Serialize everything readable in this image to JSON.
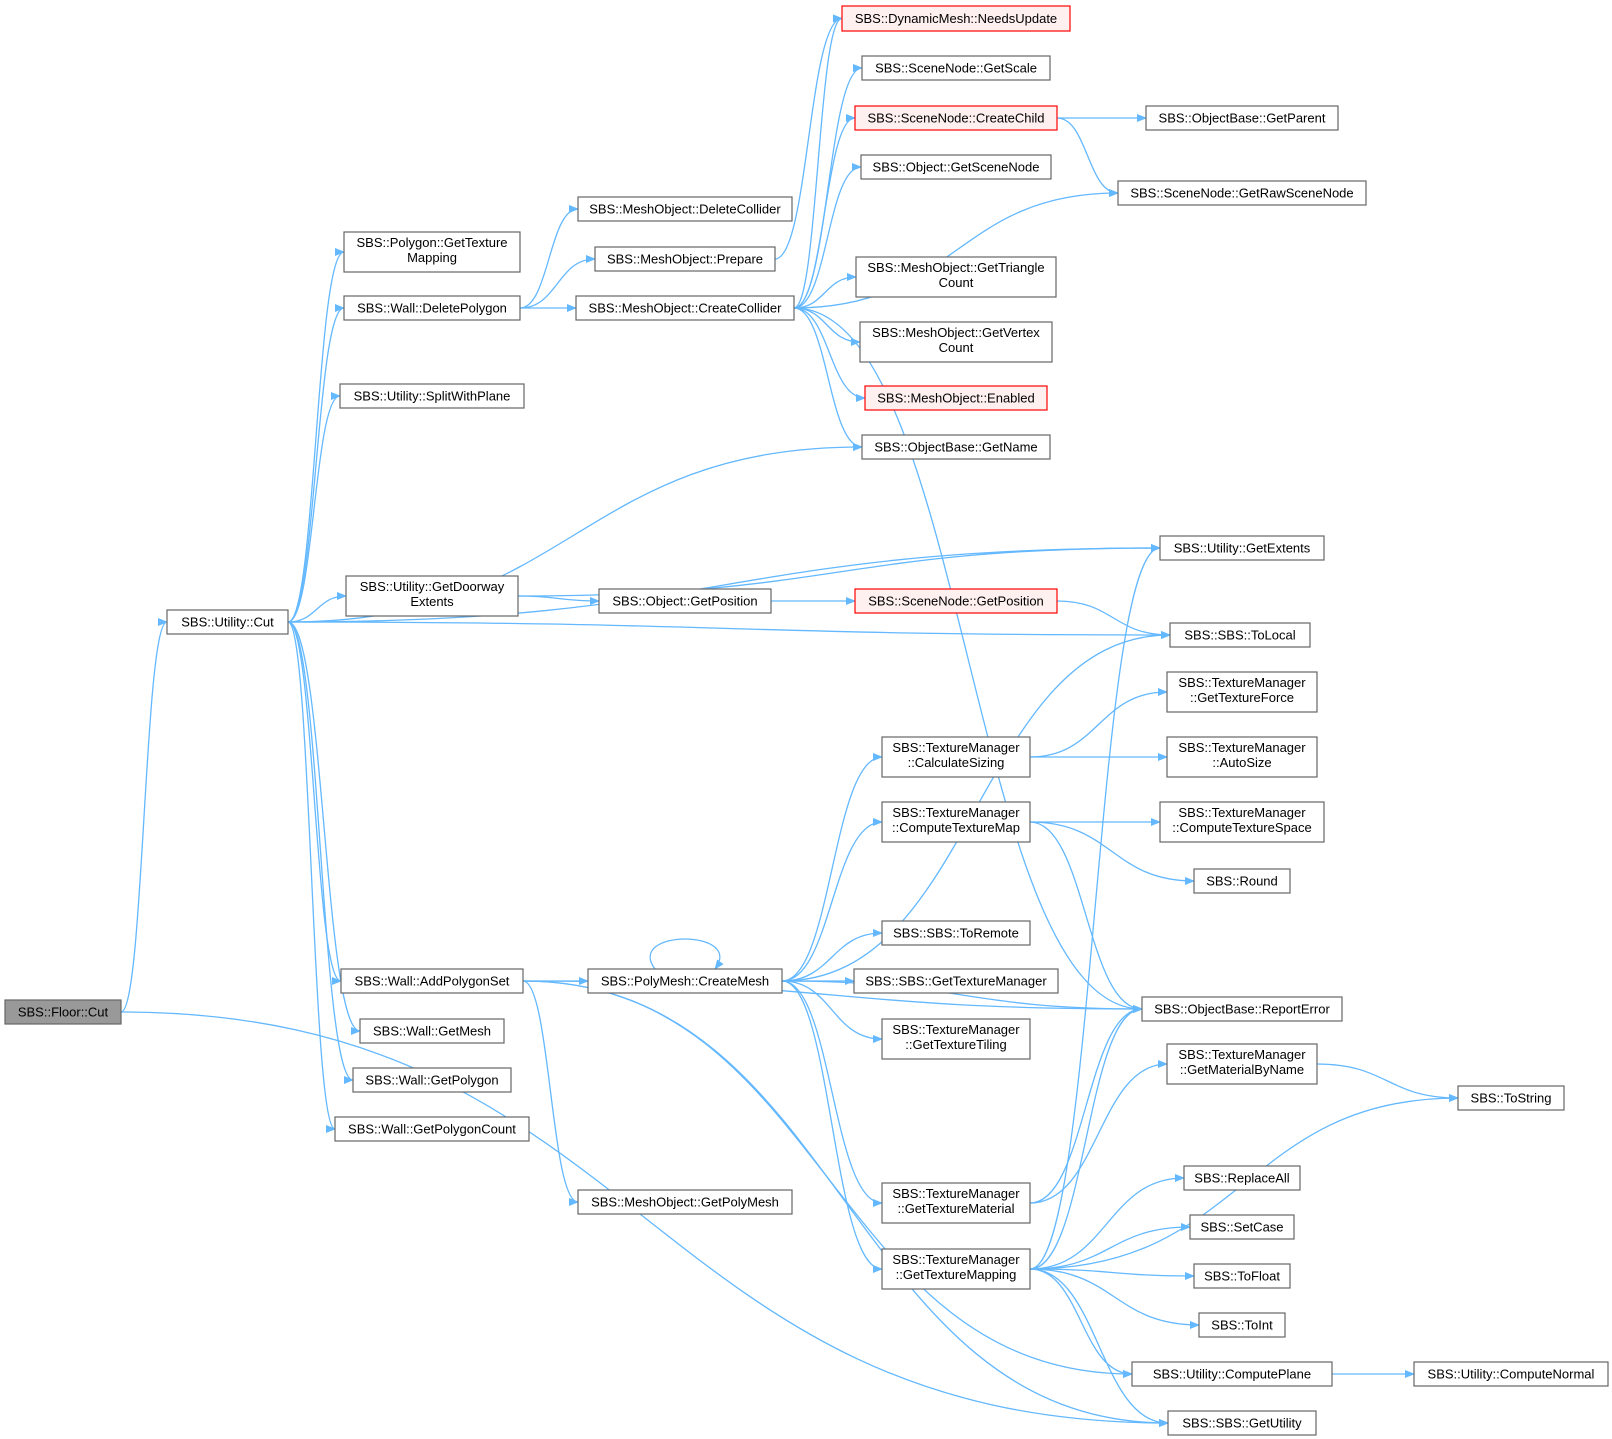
{
  "colors": {
    "edge": "#63b8ff",
    "node_border": "#666666",
    "node_fill": "#ffffff",
    "highlight_border": "#ff0000",
    "highlight_fill": "#fff0f0",
    "root_fill": "#999999",
    "root_border": "#666666"
  },
  "nodes": [
    {
      "id": "floor_cut",
      "lines": [
        "SBS::Floor::Cut"
      ],
      "style": "root"
    },
    {
      "id": "utility_cut",
      "lines": [
        "SBS::Utility::Cut"
      ],
      "style": "normal"
    },
    {
      "id": "polygon_gettexturemapping",
      "lines": [
        "SBS::Polygon::GetTexture",
        "Mapping"
      ],
      "style": "normal"
    },
    {
      "id": "wall_deletepolygon",
      "lines": [
        "SBS::Wall::DeletePolygon"
      ],
      "style": "normal"
    },
    {
      "id": "utility_splitwithplane",
      "lines": [
        "SBS::Utility::SplitWithPlane"
      ],
      "style": "normal"
    },
    {
      "id": "utility_getdoorwayextents",
      "lines": [
        "SBS::Utility::GetDoorway",
        "Extents"
      ],
      "style": "normal"
    },
    {
      "id": "wall_addpolygonset",
      "lines": [
        "SBS::Wall::AddPolygonSet"
      ],
      "style": "normal"
    },
    {
      "id": "wall_getmesh",
      "lines": [
        "SBS::Wall::GetMesh"
      ],
      "style": "normal"
    },
    {
      "id": "wall_getpolygon",
      "lines": [
        "SBS::Wall::GetPolygon"
      ],
      "style": "normal"
    },
    {
      "id": "wall_getpolygoncount",
      "lines": [
        "SBS::Wall::GetPolygonCount"
      ],
      "style": "normal"
    },
    {
      "id": "meshobject_deletecollider",
      "lines": [
        "SBS::MeshObject::DeleteCollider"
      ],
      "style": "normal"
    },
    {
      "id": "meshobject_prepare",
      "lines": [
        "SBS::MeshObject::Prepare"
      ],
      "style": "normal"
    },
    {
      "id": "meshobject_createcollider",
      "lines": [
        "SBS::MeshObject::CreateCollider"
      ],
      "style": "normal"
    },
    {
      "id": "object_getposition",
      "lines": [
        "SBS::Object::GetPosition"
      ],
      "style": "normal"
    },
    {
      "id": "polymesh_createmesh",
      "lines": [
        "SBS::PolyMesh::CreateMesh"
      ],
      "style": "normal"
    },
    {
      "id": "meshobject_getpolymesh",
      "lines": [
        "SBS::MeshObject::GetPolyMesh"
      ],
      "style": "normal"
    },
    {
      "id": "dynamicmesh_needsupdate",
      "lines": [
        "SBS::DynamicMesh::NeedsUpdate"
      ],
      "style": "highlight"
    },
    {
      "id": "scenenode_getscale",
      "lines": [
        "SBS::SceneNode::GetScale"
      ],
      "style": "normal"
    },
    {
      "id": "scenenode_createchild",
      "lines": [
        "SBS::SceneNode::CreateChild"
      ],
      "style": "highlight"
    },
    {
      "id": "object_getscenenode",
      "lines": [
        "SBS::Object::GetSceneNode"
      ],
      "style": "normal"
    },
    {
      "id": "meshobject_gettrianglecount",
      "lines": [
        "SBS::MeshObject::GetTriangle",
        "Count"
      ],
      "style": "normal"
    },
    {
      "id": "meshobject_getvertexcount",
      "lines": [
        "SBS::MeshObject::GetVertex",
        "Count"
      ],
      "style": "normal"
    },
    {
      "id": "meshobject_enabled",
      "lines": [
        "SBS::MeshObject::Enabled"
      ],
      "style": "highlight"
    },
    {
      "id": "objectbase_getname",
      "lines": [
        "SBS::ObjectBase::GetName"
      ],
      "style": "normal"
    },
    {
      "id": "scenenode_getposition",
      "lines": [
        "SBS::SceneNode::GetPosition"
      ],
      "style": "highlight"
    },
    {
      "id": "tm_calculatesizing",
      "lines": [
        "SBS::TextureManager",
        "::CalculateSizing"
      ],
      "style": "normal"
    },
    {
      "id": "tm_computetexturemap",
      "lines": [
        "SBS::TextureManager",
        "::ComputeTextureMap"
      ],
      "style": "normal"
    },
    {
      "id": "sbs_toremote",
      "lines": [
        "SBS::SBS::ToRemote"
      ],
      "style": "normal"
    },
    {
      "id": "sbs_gettexturemanager",
      "lines": [
        "SBS::SBS::GetTextureManager"
      ],
      "style": "normal"
    },
    {
      "id": "tm_gettexturetiling",
      "lines": [
        "SBS::TextureManager",
        "::GetTextureTiling"
      ],
      "style": "normal"
    },
    {
      "id": "tm_gettexturematerial",
      "lines": [
        "SBS::TextureManager",
        "::GetTextureMaterial"
      ],
      "style": "normal"
    },
    {
      "id": "tm_gettexturemapping",
      "lines": [
        "SBS::TextureManager",
        "::GetTextureMapping"
      ],
      "style": "normal"
    },
    {
      "id": "objectbase_getparent",
      "lines": [
        "SBS::ObjectBase::GetParent"
      ],
      "style": "normal"
    },
    {
      "id": "scenenode_getrawscenenode",
      "lines": [
        "SBS::SceneNode::GetRawSceneNode"
      ],
      "style": "normal"
    },
    {
      "id": "utility_getextents",
      "lines": [
        "SBS::Utility::GetExtents"
      ],
      "style": "normal"
    },
    {
      "id": "sbs_tolocal",
      "lines": [
        "SBS::SBS::ToLocal"
      ],
      "style": "normal"
    },
    {
      "id": "tm_gettextureforce",
      "lines": [
        "SBS::TextureManager",
        "::GetTextureForce"
      ],
      "style": "normal"
    },
    {
      "id": "tm_autosize",
      "lines": [
        "SBS::TextureManager",
        "::AutoSize"
      ],
      "style": "normal"
    },
    {
      "id": "tm_computetexturespace",
      "lines": [
        "SBS::TextureManager",
        "::ComputeTextureSpace"
      ],
      "style": "normal"
    },
    {
      "id": "sbs_round",
      "lines": [
        "SBS::Round"
      ],
      "style": "normal"
    },
    {
      "id": "objectbase_reporterror",
      "lines": [
        "SBS::ObjectBase::ReportError"
      ],
      "style": "normal"
    },
    {
      "id": "tm_getmaterialbyname",
      "lines": [
        "SBS::TextureManager",
        "::GetMaterialByName"
      ],
      "style": "normal"
    },
    {
      "id": "sbs_replaceall",
      "lines": [
        "SBS::ReplaceAll"
      ],
      "style": "normal"
    },
    {
      "id": "sbs_setcase",
      "lines": [
        "SBS::SetCase"
      ],
      "style": "normal"
    },
    {
      "id": "sbs_tofloat",
      "lines": [
        "SBS::ToFloat"
      ],
      "style": "normal"
    },
    {
      "id": "sbs_toint",
      "lines": [
        "SBS::ToInt"
      ],
      "style": "normal"
    },
    {
      "id": "utility_computeplane",
      "lines": [
        "SBS::Utility::ComputePlane"
      ],
      "style": "normal"
    },
    {
      "id": "sbs_getutility",
      "lines": [
        "SBS::SBS::GetUtility"
      ],
      "style": "normal"
    },
    {
      "id": "sbs_tostring",
      "lines": [
        "SBS::ToString"
      ],
      "style": "normal"
    },
    {
      "id": "utility_computenormal",
      "lines": [
        "SBS::Utility::ComputeNormal"
      ],
      "style": "normal"
    }
  ],
  "edges": [
    [
      "floor_cut",
      "utility_cut"
    ],
    [
      "floor_cut",
      "sbs_getutility"
    ],
    [
      "utility_cut",
      "polygon_gettexturemapping"
    ],
    [
      "utility_cut",
      "wall_deletepolygon"
    ],
    [
      "utility_cut",
      "utility_splitwithplane"
    ],
    [
      "utility_cut",
      "objectbase_getname"
    ],
    [
      "utility_cut",
      "utility_getextents"
    ],
    [
      "utility_cut",
      "utility_getdoorwayextents"
    ],
    [
      "utility_cut",
      "sbs_tolocal"
    ],
    [
      "utility_cut",
      "wall_addpolygonset"
    ],
    [
      "utility_cut",
      "wall_getmesh"
    ],
    [
      "utility_cut",
      "wall_getpolygon"
    ],
    [
      "utility_cut",
      "wall_getpolygoncount"
    ],
    [
      "wall_deletepolygon",
      "meshobject_deletecollider"
    ],
    [
      "wall_deletepolygon",
      "meshobject_prepare"
    ],
    [
      "wall_deletepolygon",
      "meshobject_createcollider"
    ],
    [
      "meshobject_prepare",
      "dynamicmesh_needsupdate"
    ],
    [
      "meshobject_createcollider",
      "dynamicmesh_needsupdate"
    ],
    [
      "meshobject_createcollider",
      "scenenode_getscale"
    ],
    [
      "meshobject_createcollider",
      "scenenode_createchild"
    ],
    [
      "meshobject_createcollider",
      "object_getscenenode"
    ],
    [
      "meshobject_createcollider",
      "scenenode_getrawscenenode"
    ],
    [
      "meshobject_createcollider",
      "meshobject_gettrianglecount"
    ],
    [
      "meshobject_createcollider",
      "meshobject_getvertexcount"
    ],
    [
      "meshobject_createcollider",
      "meshobject_enabled"
    ],
    [
      "meshobject_createcollider",
      "objectbase_getname"
    ],
    [
      "meshobject_createcollider",
      "objectbase_reporterror"
    ],
    [
      "scenenode_createchild",
      "objectbase_getparent"
    ],
    [
      "scenenode_createchild",
      "scenenode_getrawscenenode"
    ],
    [
      "utility_getdoorwayextents",
      "utility_getextents"
    ],
    [
      "utility_getdoorwayextents",
      "object_getposition"
    ],
    [
      "object_getposition",
      "scenenode_getposition"
    ],
    [
      "scenenode_getposition",
      "sbs_tolocal"
    ],
    [
      "wall_addpolygonset",
      "polymesh_createmesh"
    ],
    [
      "wall_addpolygonset",
      "objectbase_reporterror"
    ],
    [
      "wall_addpolygonset",
      "meshobject_getpolymesh"
    ],
    [
      "wall_addpolygonset",
      "utility_computeplane"
    ],
    [
      "wall_addpolygonset",
      "sbs_getutility"
    ],
    [
      "polymesh_createmesh",
      "polymesh_createmesh"
    ],
    [
      "polymesh_createmesh",
      "sbs_tolocal"
    ],
    [
      "polymesh_createmesh",
      "tm_calculatesizing"
    ],
    [
      "polymesh_createmesh",
      "tm_computetexturemap"
    ],
    [
      "polymesh_createmesh",
      "sbs_toremote"
    ],
    [
      "polymesh_createmesh",
      "sbs_gettexturemanager"
    ],
    [
      "polymesh_createmesh",
      "tm_gettexturetiling"
    ],
    [
      "polymesh_createmesh",
      "objectbase_reporterror"
    ],
    [
      "polymesh_createmesh",
      "tm_gettexturematerial"
    ],
    [
      "polymesh_createmesh",
      "tm_gettexturemapping"
    ],
    [
      "tm_calculatesizing",
      "tm_gettextureforce"
    ],
    [
      "tm_calculatesizing",
      "tm_autosize"
    ],
    [
      "tm_computetexturemap",
      "tm_computetexturespace"
    ],
    [
      "tm_computetexturemap",
      "sbs_round"
    ],
    [
      "tm_computetexturemap",
      "objectbase_reporterror"
    ],
    [
      "tm_gettexturematerial",
      "objectbase_reporterror"
    ],
    [
      "tm_gettexturematerial",
      "tm_getmaterialbyname"
    ],
    [
      "tm_getmaterialbyname",
      "sbs_tostring"
    ],
    [
      "tm_gettexturemapping",
      "utility_getextents"
    ],
    [
      "tm_gettexturemapping",
      "objectbase_reporterror"
    ],
    [
      "tm_gettexturemapping",
      "sbs_tostring"
    ],
    [
      "tm_gettexturemapping",
      "sbs_replaceall"
    ],
    [
      "tm_gettexturemapping",
      "sbs_setcase"
    ],
    [
      "tm_gettexturemapping",
      "sbs_tofloat"
    ],
    [
      "tm_gettexturemapping",
      "sbs_toint"
    ],
    [
      "tm_gettexturemapping",
      "utility_computeplane"
    ],
    [
      "tm_gettexturemapping",
      "sbs_getutility"
    ],
    [
      "utility_computeplane",
      "utility_computenormal"
    ]
  ]
}
